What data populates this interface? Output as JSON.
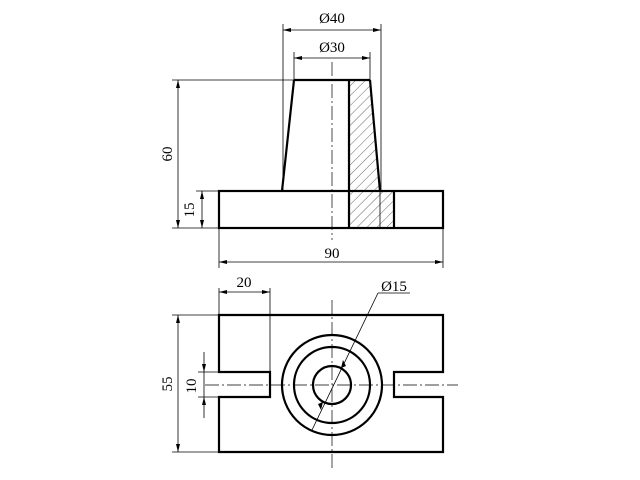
{
  "drawing": {
    "front_view": {
      "dim_outer_diameter": "Ø40",
      "dim_inner_diameter": "Ø30",
      "dim_total_height": "60",
      "dim_base_height": "15",
      "dim_total_width": "90"
    },
    "top_view": {
      "dim_slot_offset": "20",
      "dim_hole_diameter": "Ø15",
      "dim_depth": "55",
      "dim_slot_width": "10"
    }
  }
}
